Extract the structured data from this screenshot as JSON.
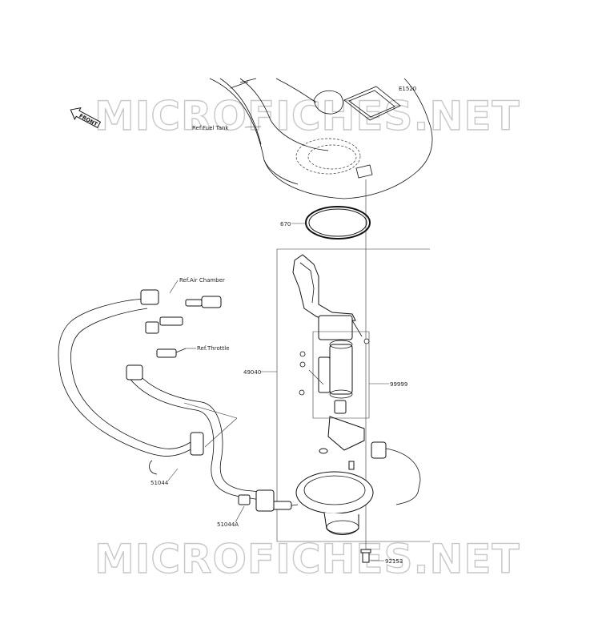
{
  "watermark": {
    "text": "MICROFICHES.NET"
  },
  "direction": {
    "text": "FRONT"
  },
  "labels": {
    "e1520": "E1520",
    "ref_fuel_tank": "Ref.Fuel Tank",
    "p670": "670",
    "ref_air_chamber": "Ref.Air Chamber",
    "ref_throttle": "Ref.Throttle",
    "p49040": "49040",
    "p99999": "99999",
    "p51044": "51044",
    "p51044a": "51044A",
    "p92153": "92153"
  }
}
